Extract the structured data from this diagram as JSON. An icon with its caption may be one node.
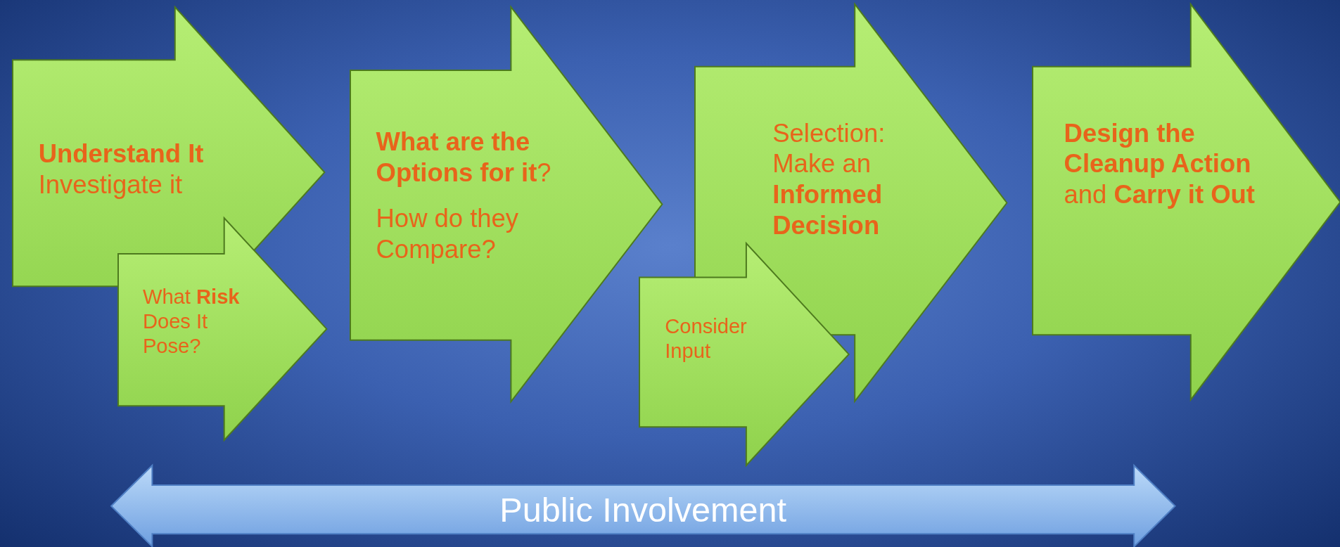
{
  "diagram": {
    "nodes": [
      {
        "text": [
          "Understand It",
          "Investigate it"
        ]
      },
      {
        "text": [
          "What **Risk** Does It Pose?"
        ]
      },
      {
        "text": [
          "**What are the Options for it**?",
          "How do they Compare?"
        ]
      },
      {
        "text": [
          "Selection: Make an **Informed Decision**"
        ]
      },
      {
        "text": [
          "Consider Input"
        ]
      },
      {
        "text": [
          "**Design the Cleanup Action** and **Carry it Out**"
        ]
      },
      {
        "text": [
          "Public Involvement"
        ]
      }
    ]
  }
}
